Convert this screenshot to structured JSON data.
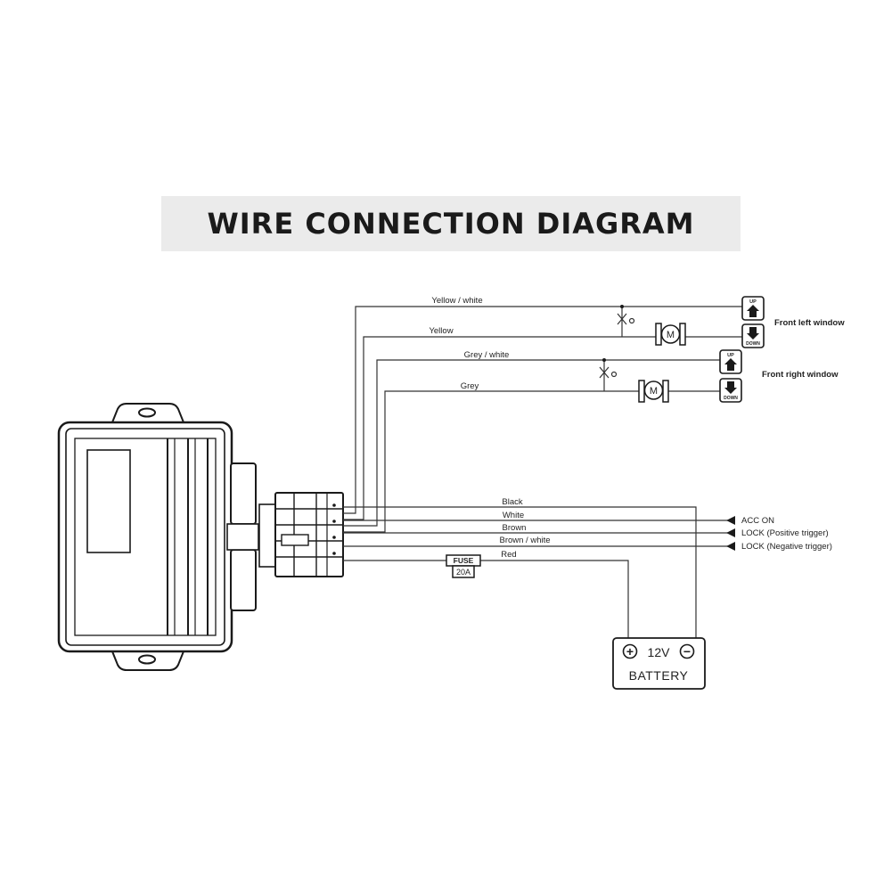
{
  "title": "WIRE CONNECTION DIAGRAM",
  "wires": {
    "yellow_white": "Yellow / white",
    "yellow": "Yellow",
    "grey_white": "Grey / white",
    "grey": "Grey",
    "black": "Black",
    "white": "White",
    "brown": "Brown",
    "brown_white": "Brown / white",
    "red": "Red"
  },
  "labels": {
    "front_left_window": "Front left window",
    "front_right_window": "Front right window",
    "acc_on": "ACC  ON",
    "lock_positive": "LOCK (Positive trigger)",
    "lock_negative": "LOCK (Negative trigger)"
  },
  "switch": {
    "up": "UP",
    "down": "DOWN"
  },
  "motor": "M",
  "fuse": {
    "label": "FUSE",
    "rating": "20A"
  },
  "battery": {
    "plus": "+",
    "voltage": "12V",
    "minus": "−",
    "name": "BATTERY"
  }
}
